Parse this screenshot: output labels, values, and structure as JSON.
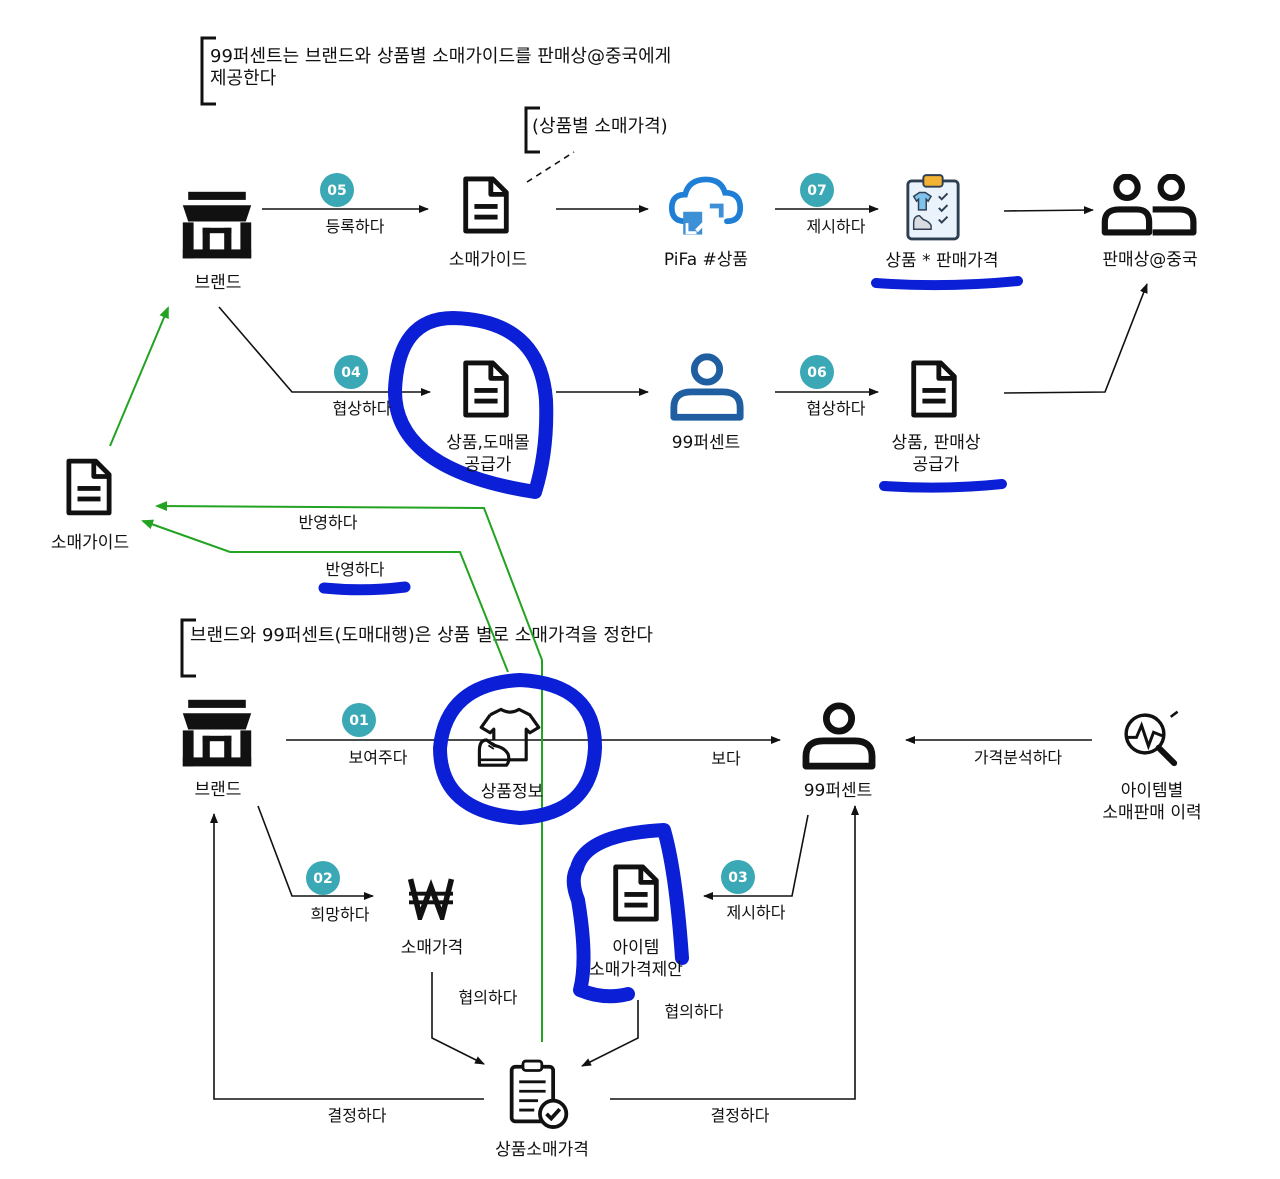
{
  "notes": {
    "top_line1": "99퍼센트는 브랜드와 상품별 소매가이드를 판매상@중국에게",
    "top_line2": "제공한다",
    "sub": "(상품별 소매가격)",
    "mid": "브랜드와 99퍼센트(도매대행)은 상품 별로 소매가격을 정한다"
  },
  "nodes": {
    "brand_top": "브랜드",
    "retail_guide_top": "소매가이드",
    "pifa": "PiFa #상품",
    "product_sale_price": "상품 * 판매가격",
    "seller_china": "판매상@중국",
    "product_wholesale_line1": "상품,도매몰",
    "product_wholesale_line2": "공급가",
    "percent99_mid": "99퍼센트",
    "product_seller_line1": "상품, 판매상",
    "product_seller_line2": "공급가",
    "retail_guide_left": "소매가이드",
    "brand_bottom": "브랜드",
    "product_info": "상품정보",
    "percent99_bottom": "99퍼센트",
    "item_history_line1": "아이템별",
    "item_history_line2": "소매판매 이력",
    "retail_price": "소매가격",
    "item_proposal_line1": "아이템",
    "item_proposal_line2": "소매가격제안",
    "product_retail_price": "상품소매가격"
  },
  "edges": {
    "register": "등록하다",
    "present_top": "제시하다",
    "negotiate_04": "협상하다",
    "negotiate_06": "협상하다",
    "reflect_1": "반영하다",
    "reflect_2": "반영하다",
    "show": "보여주다",
    "see": "보다",
    "price_analysis": "가격분석하다",
    "desire": "희망하다",
    "present_03": "제시하다",
    "consult_left": "협의하다",
    "consult_right": "협의하다",
    "decide_left": "결정하다",
    "decide_right": "결정하다"
  },
  "badges": {
    "b01": "01",
    "b02": "02",
    "b03": "03",
    "b04": "04",
    "b05": "05",
    "b06": "06",
    "b07": "07"
  },
  "colors": {
    "badge": "#3aa8b5",
    "highlight": "#0a1fd6",
    "feedback": "#22a322",
    "person_icon": "#1f5ea0",
    "cloud_icon": "#1f7fd6"
  },
  "icons": {
    "brand": "storefront-icon",
    "document": "document-icon",
    "cloud": "cloud-share-icon",
    "clipboard": "clipboard-clothes-icon",
    "group": "people-group-icon",
    "person": "person-icon",
    "clothes": "shirt-shoe-icon",
    "won": "won-sign-icon",
    "analysis": "chart-magnifier-icon",
    "clipboard_check": "clipboard-check-icon"
  }
}
